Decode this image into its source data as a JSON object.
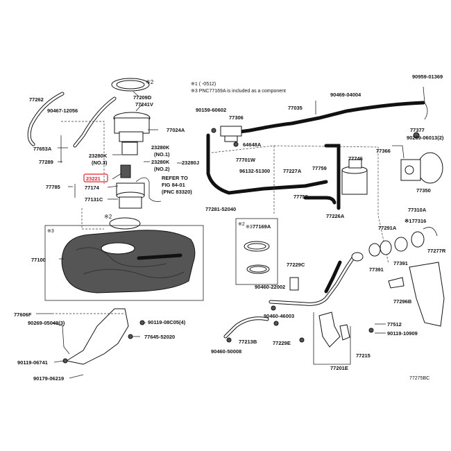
{
  "notes": {
    "note1": "※1 (    -0512)",
    "note3": "※3 PNC77169A is included as a component",
    "refer_to": "REFER TO",
    "fig": "FIG 84-01",
    "pnc": "(PNC 83320)",
    "box2_mark": "※2",
    "box3_mark": "※3",
    "ring_mark": "※2",
    "ring_mark2": "※2",
    "sub_mark": "※3"
  },
  "figure_code": "77275BC",
  "highlight_color": "#e8202a",
  "labels": {
    "p77262": "77262",
    "p90467": "90467-12056",
    "p77209d": "77209D",
    "p77241v": "77241V",
    "p77024a": "77024A",
    "p77653a": "77653A",
    "p77289": "77289",
    "p23280k1": "23280K",
    "p23280k2": "23280K",
    "p23280k3": "23280K",
    "no1": "(NO.1)",
    "no2": "(NO.2)",
    "no3": "(NO.3)",
    "p23280j": "23280J",
    "p23221": "23221",
    "p77785": "77785",
    "p77174": "77174",
    "p77131c": "77131C",
    "p77100": "77100",
    "p77606f": "77606F",
    "p90269_05049": "90269-05049(3)",
    "p90119_08c05": "90119-08C05(4)",
    "p77645": "77645-52020",
    "p90119_06741": "90119-06741",
    "p90179_06219": "90179-06219",
    "p90159": "90159-60602",
    "p77306": "77306",
    "p64648a": "64648A",
    "p90469": "90469-04004",
    "p77035": "77035",
    "p90959": "90959-01369",
    "p77377": "77377",
    "p90269_06013": "90269-06013(2)",
    "p77366": "77366",
    "p77746": "77746",
    "p77350": "77350",
    "p77701w": "77701W",
    "p96132": "96132-51300",
    "p77227a": "77227A",
    "p77759a": "77759",
    "p77759b": "77759",
    "p77281": "77281-52040",
    "p77226a": "77226A",
    "p77310a": "77310A",
    "p77291a": "77291A",
    "p77316": "※177316",
    "p77169a": "77169A",
    "p77229c": "77229C",
    "p77391a": "77391",
    "p77391b": "77391",
    "p77277r": "77277R",
    "p90460_22002": "90460-22002",
    "p77296b": "77296B",
    "p77512": "77512",
    "p90119_10909": "90119-10909",
    "p77213b": "77213B",
    "p77229e": "77229E",
    "p90460_46003": "90460-46003",
    "p90460_50008": "90460-50008",
    "p77215": "77215",
    "p77201e": "77201E"
  }
}
